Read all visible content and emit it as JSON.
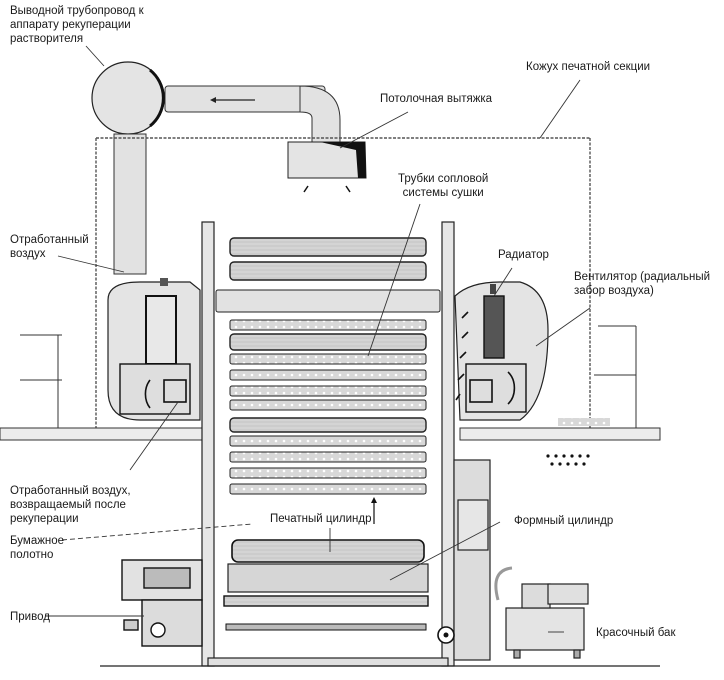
{
  "title": "Печатная секция с системой сушки",
  "labels": {
    "exhaust_pipe": "Выводной трубопровод к\nаппарату рекуперации\nрастворителя",
    "housing": "Кожух печатной секции",
    "ceiling_hood": "Потолочная вытяжка",
    "nozzle_tubes": "Трубки сопловой\nсистемы сушки",
    "exhaust_air": "Отработанный\nвоздух",
    "radiator": "Радиатор",
    "fan": "Вентилятор (радиальный\nзабор воздуха)",
    "returned_air": "Отработанный воздух,\nвозвращаемый после\nрекуперации",
    "paper_web": "Бумажное\nполотно",
    "impression_cylinder": "Печатный цилиндр",
    "plate_cylinder": "Формный цилиндр",
    "drive": "Привод",
    "ink_tank": "Красочный бак"
  },
  "colors": {
    "line": "#1a1a1a",
    "fill_light": "#e4e4e4",
    "fill_mid": "#cfcfcf",
    "fill_dark": "#9a9a9a"
  }
}
